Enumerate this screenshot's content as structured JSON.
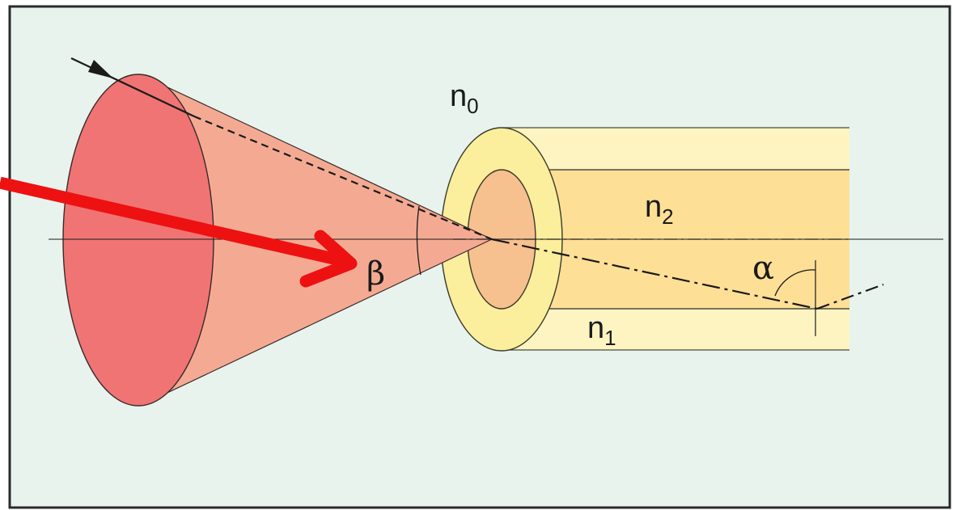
{
  "labels": {
    "n0": {
      "base": "n",
      "sub": "0"
    },
    "n1": {
      "base": "n",
      "sub": "1"
    },
    "n2": {
      "base": "n",
      "sub": "2"
    },
    "beta": "β",
    "alpha": "α"
  },
  "colors": {
    "background": "#e8f3ee",
    "frame": "#2a2a2a",
    "cone_side": "#f4aa92",
    "cone_base": "#f07474",
    "cladding": "#fdf4c2",
    "cladding_face": "#fbee9c",
    "core": "#fddf96",
    "core_face": "#f7c08f",
    "arrow": "#ee1111",
    "line": "#1a1a1a"
  }
}
